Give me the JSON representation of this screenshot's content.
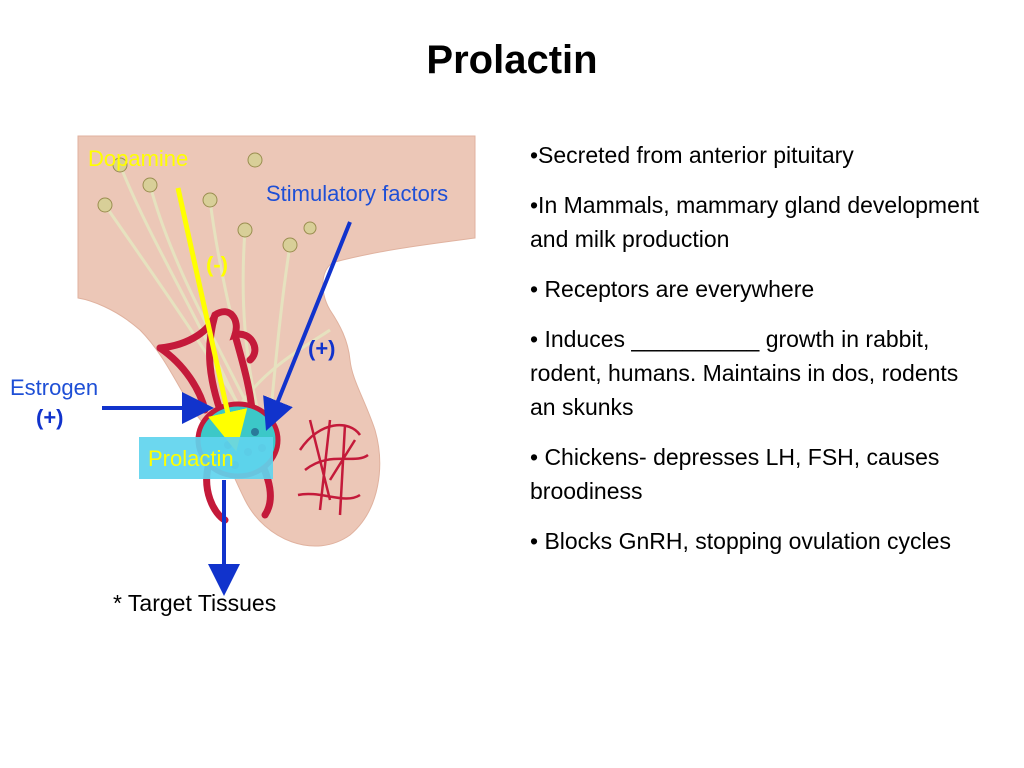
{
  "slide": {
    "title": "Prolactin",
    "bullets": [
      "•Secreted from anterior pituitary",
      "•In Mammals, mammary gland development and milk production",
      "• Receptors are everywhere",
      "• Induces __________ growth in rabbit, rodent, humans. Maintains in dos, rodents an skunks",
      "• Chickens- depresses LH, FSH, causes broodiness",
      "• Blocks GnRH, stopping ovulation cycles"
    ]
  },
  "diagram": {
    "dopamine": "Dopamine",
    "stimulatory_factors": "Stimulatory factors",
    "inhibit_sign": "(-)",
    "stimulate_sign": "(+)",
    "estrogen": "Estrogen",
    "estrogen_sign": "(+)",
    "prolactin": "Prolactin",
    "target_tissues": "* Target Tissues",
    "colors": {
      "tissue": "#ecc7b7",
      "vessel": "#c41a3a",
      "cells": "#3cc8c8",
      "neuron": "#e6e2bf",
      "dopamine_arrow": "#ffff00",
      "stimulatory_arrow": "#1133cc"
    }
  }
}
